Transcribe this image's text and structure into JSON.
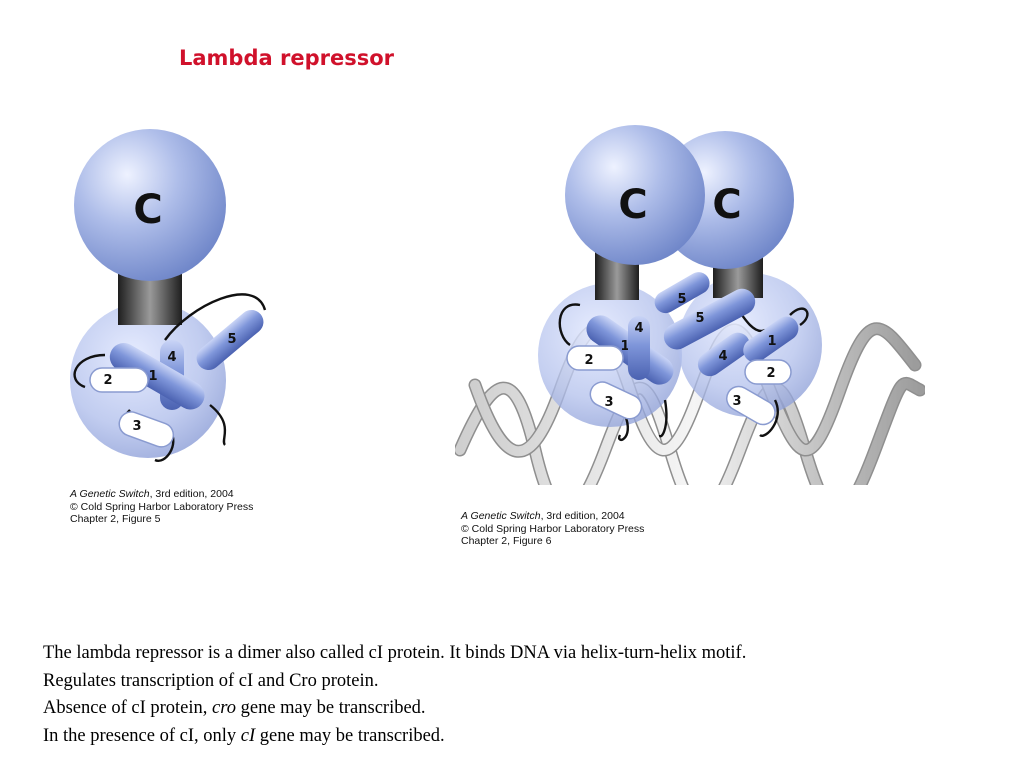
{
  "title": "Lambda repressor",
  "figure1": {
    "domain_label": "C",
    "helix_labels": [
      "1",
      "2",
      "3",
      "4",
      "5"
    ],
    "credit": {
      "book": "A Genetic Switch",
      "edition": ", 3rd edition, 2004",
      "publisher": "© Cold Spring Harbor Laboratory Press",
      "figure": "Chapter 2, Figure 5"
    }
  },
  "figure2": {
    "domain_labels": [
      "C",
      "C"
    ],
    "left_helix_labels": [
      "1",
      "2",
      "3",
      "4",
      "5"
    ],
    "right_helix_labels": [
      "1",
      "2",
      "3",
      "4",
      "5"
    ],
    "credit": {
      "book": "A Genetic Switch",
      "edition": ", 3rd edition, 2004",
      "publisher": "© Cold Spring Harbor Laboratory Press",
      "figure": "Chapter 2, Figure 6"
    }
  },
  "body": {
    "line1": "The lambda repressor is a dimer also called cI protein. It binds DNA via helix-turn-helix motif.",
    "line2": "Regulates transcription of cI and Cro protein.",
    "line3_prefix": "Absence of cI protein,  ",
    "line3_italic": "cro",
    "line3_suffix": " gene may be transcribed.",
    "line4_prefix": "In the presence of cI, only ",
    "line4_italic": "cI",
    "line4_suffix": " gene may be transcribed."
  },
  "colors": {
    "title": "#d0112b",
    "protein": "#8fa3dc",
    "helix": "#6f86cf",
    "linker": "#3a3a3a"
  }
}
